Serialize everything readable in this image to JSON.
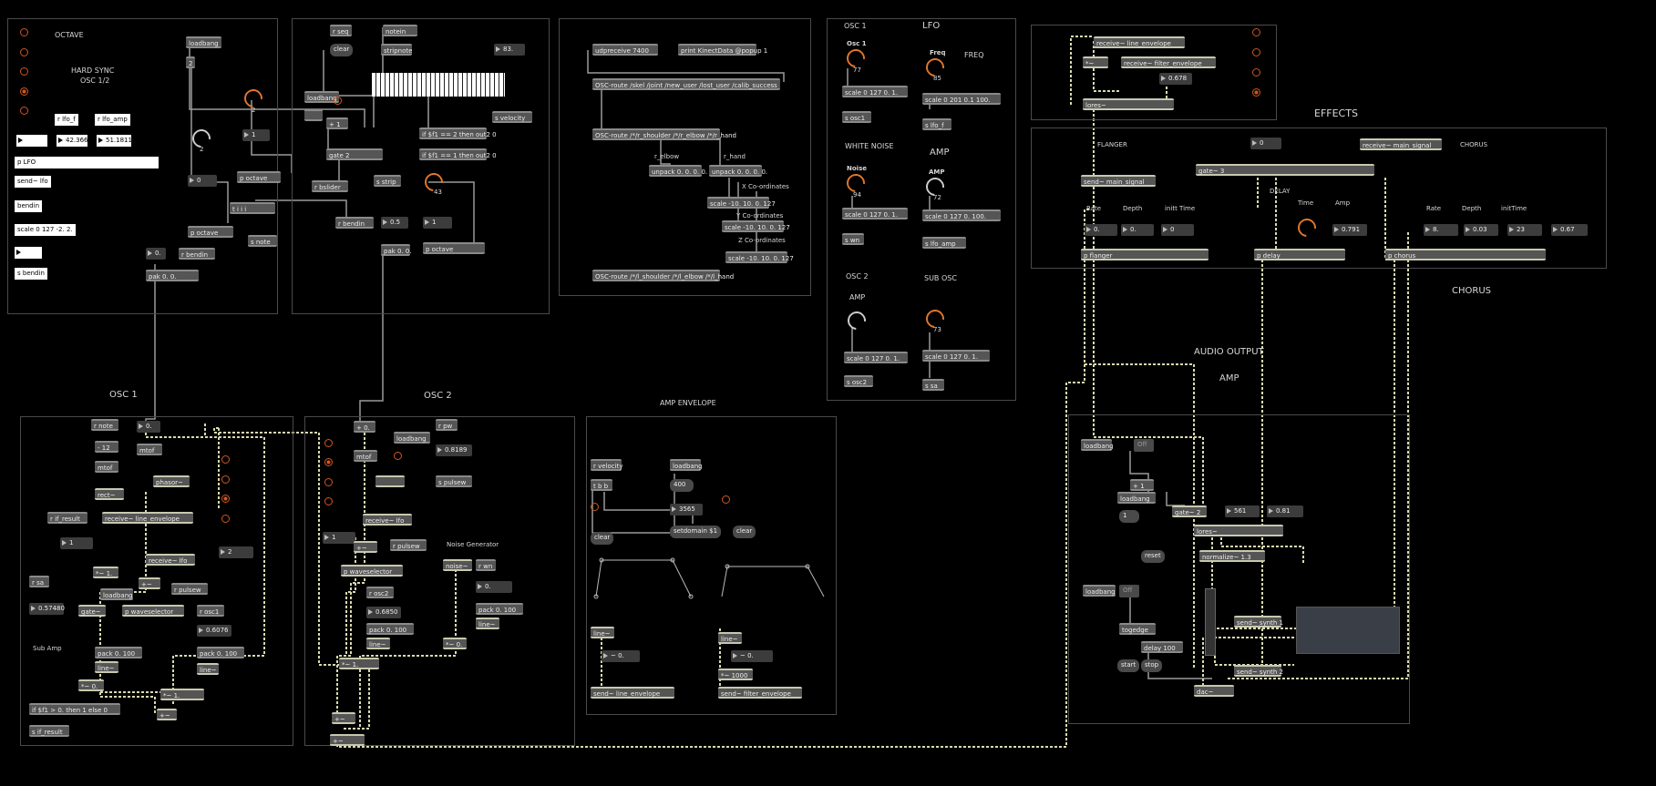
{
  "colors": {
    "background": "#000000",
    "object": "#555555",
    "accent": "#e0762b",
    "signal_wire": "#d9d9b0",
    "control_wire": "#9a9a9a"
  },
  "labels": {
    "octave": "OCTAVE",
    "hard_sync": "HARD SYNC",
    "osc12": "OSC 1/2",
    "osc1_section": "OSC 1",
    "osc2_section": "OSC 2",
    "amp_envelope": "AMP ENVELOPE",
    "osc1_param": "OSC 1",
    "lfo": "LFO",
    "freq": "FREQ",
    "freq_small": "Freq",
    "osc1_small": "Osc 1",
    "white_noise": "WHITE NOISE",
    "amp": "AMP",
    "noise_small": "Noise",
    "amp_small": "AMP",
    "osc2_param": "OSC 2",
    "sub_osc": "SUB OSC",
    "amp2": "AMP",
    "effects": "EFFECTS",
    "flanger": "FLANGER",
    "chorus": "CHORUS",
    "delay": "DELAY",
    "chorus_big": "CHORUS",
    "audio_output": "AUDIO OUTPUT",
    "audio_amp": "AMP",
    "rate": "Rate",
    "depth": "Depth",
    "init_time": "initt Time",
    "time": "Time",
    "amp_lbl": "Amp",
    "rate2": "Rate",
    "depth2": "Depth",
    "init_time2": "initTime",
    "noise_generator": "Noise Generator",
    "sub_amp": "Sub Amp",
    "x_coord": "X Co-ordinates",
    "y_coord": "Y Co-ordinates",
    "z_coord": "Z Co-ordinates",
    "elbow": "r_elbow",
    "hand": "r_hand"
  },
  "octave_panel": {
    "r_lfo_f": "r lfo_f",
    "r_lfo_amp": "r lfo_amp",
    "lfo_f_val": "42.366",
    "lfo_amp_val": "51.1811",
    "p_lfo": "p LFO",
    "send_lfo": "send~ lfo",
    "bendin": "bendin",
    "scale_bend": "scale 0 127 -2. 2.",
    "s_bendin": "s bendin",
    "loadbang": "loadbang",
    "two": "2",
    "dial_val": "2",
    "dial2_val": "2",
    "num_zero": "0",
    "num_one": "1",
    "p_octave": "p octave",
    "p_octave2": "p octave",
    "num_bend": "0.",
    "r_bendin": "r bendin",
    "pak": "pak 0. 0."
  },
  "seq_panel": {
    "r_seq": "r seq",
    "notein": "notein",
    "clear": "clear",
    "stripnote": "stripnote",
    "loadbang": "loadbang",
    "plus1": "+ 1",
    "gate2": "gate 2",
    "velocity_num": "83.",
    "s_velocity": "s velocity",
    "if1": "if $f1 == 2 then out2 0",
    "if2": "if $f1 == 1 then out2 0",
    "r_bslider": "r bslider",
    "s_strip": "s strip",
    "s_note": "s note",
    "t_iii": "t i i i",
    "p_octave": "p octave",
    "dial_val": "43",
    "r_bendin": "r bendin",
    "num_half": "0.5",
    "pak": "pak 0. 0.",
    "num_one": "1",
    "p_octave2": "p octave"
  },
  "kinect_panel": {
    "udpreceive": "udpreceive 7400",
    "print": "print KinectData @popup 1",
    "osc_route1": "OSC-route /skel /joint /new_user /lost_user /calib_success",
    "osc_route2": "OSC-route /*/r_shoulder /*/r_elbow /*/r_hand",
    "unpack1": "unpack 0. 0. 0. 0.",
    "unpack2": "unpack 0. 0. 0. 0.",
    "scale1": "scale -10. 10. 0. 127",
    "scale2": "scale -10. 10. 0. 127",
    "scale3": "scale -10. 10. 0. 127",
    "osc_route3": "OSC-route /*/l_shoulder /*/l_elbow /*/l_hand"
  },
  "param_panel": {
    "osc1_val": "77",
    "scale_osc1": "scale 0 127 0. 1.",
    "s_osc1": "s osc1",
    "freq_val": "85",
    "scale_freq": "scale 0 201 0.1 100.",
    "s_lfo_f": "s lfo_f",
    "noise_val": "94",
    "scale_noise": "scale 0 127 0. 1.",
    "s_wn": "s wn",
    "amp_val": "72",
    "scale_amp": "scale 0 127 0. 100.",
    "s_lfo_amp": "s lfo_amp",
    "scale_osc2": "scale 0 127 0. 1.",
    "s_osc2": "s osc2",
    "sub_val": "73",
    "scale_sub": "scale 0 127 0. 1.",
    "s_sa": "s sa"
  },
  "filter_panel": {
    "receive_line": "receive~ line_envelope",
    "receive_filter": "receive~ filter_envelope",
    "mult": "*~",
    "num_filter": "0.678",
    "lores": "lores~"
  },
  "effects_panel": {
    "num_zero": "0",
    "receive_main": "receive~ main_signal",
    "gate3": "gate~ 3",
    "send_main": "send~ main_signal",
    "fl_rate": "0.",
    "fl_depth": "0.",
    "fl_init": "0",
    "p_flanger": "p flanger",
    "delay_amp": "0.791",
    "p_delay": "p delay",
    "ch_rate": "8.",
    "ch_depth": "0.03",
    "ch_init": "23",
    "ch_extra": "0.67",
    "p_chorus": "p chorus"
  },
  "osc1_panel": {
    "r_note": "r note",
    "minus12": "- 12",
    "mtof1": "mtof",
    "rect": "rect~",
    "num_zero": "0.",
    "mtof2": "mtof",
    "phasor": "phasor~",
    "r_if_result": "r if_result",
    "num_one": "1",
    "receive_line": "receive~ line_envelope",
    "receive_lfo": "receive~ lfo",
    "mult1": "*~ 1.",
    "plus": "+~",
    "loadbang": "loadbang",
    "num_two": "2",
    "r_sa": "r sa",
    "num_sa": "0.57480",
    "gate": "gate~",
    "p_wavesel": "p waveselector",
    "r_pulsew": "r pulsew",
    "r_osc1": "r osc1",
    "num_osc1": "0.6076",
    "pack1": "pack 0. 100",
    "pack2": "pack 0. 100",
    "line1": "line~",
    "line2": "line~",
    "mult0": "*~ 0.",
    "mult2": "*~ 1.",
    "plus2": "+~",
    "if_expr": "if $f1 > 0. then 1 else 0",
    "s_if_result": "s if_result"
  },
  "osc2_panel": {
    "plus0": "+ 0.",
    "mtof": "mtof",
    "loadbang": "loadbang",
    "r_pw": "r pw",
    "pw_val": "0.8189",
    "s_pulsew": "s pulsew",
    "receive_lfo": "receive~ lfo",
    "num_one": "1",
    "plus": "+~",
    "r_pulsew": "r pulsew",
    "p_wavesel": "p waveselector",
    "r_osc2": "r osc2",
    "num_osc2": "0.6850",
    "pack": "pack 0. 100",
    "line": "line~",
    "mult": "*~ 1.",
    "noise": "noise~",
    "r_wn": "r wn",
    "num_wn": "0.",
    "pack2": "pack 0. 100",
    "line2": "line~",
    "mult0": "*~ 0.",
    "plus2": "+~",
    "plus3": "+~"
  },
  "env_panel": {
    "r_velocity": "r velocity",
    "loadbang": "loadbang",
    "tbb": "t b b",
    "num400": "400",
    "num3565": "3565",
    "clear": "clear",
    "clear2": "clear",
    "setdomain": "setdomain $1",
    "line1": "line~",
    "tilde1": "~ 0.",
    "send_line": "send~ line_envelope",
    "line2": "line~",
    "tilde2": "~ 0.",
    "mult1000": "*~ 1000",
    "send_filter": "send~ filter_envelope"
  },
  "output_panel": {
    "loadbang1": "loadbang",
    "off1": "Off",
    "plus1": "+ 1",
    "loadbang2": "loadbang",
    "num1": "1",
    "gate2": "gate~ 2",
    "num561": "561",
    "num081": "0.81",
    "lores": "lores~",
    "reset": "reset",
    "normalize": "normalize~ 1.3",
    "loadbang3": "loadbang",
    "off2": "Off",
    "togedge": "togedge",
    "delay": "delay 100",
    "start": "start",
    "stop": "stop",
    "send_synth1": "send~ synth 1",
    "send_synth2": "send~ synth 2",
    "dac": "dac~"
  }
}
